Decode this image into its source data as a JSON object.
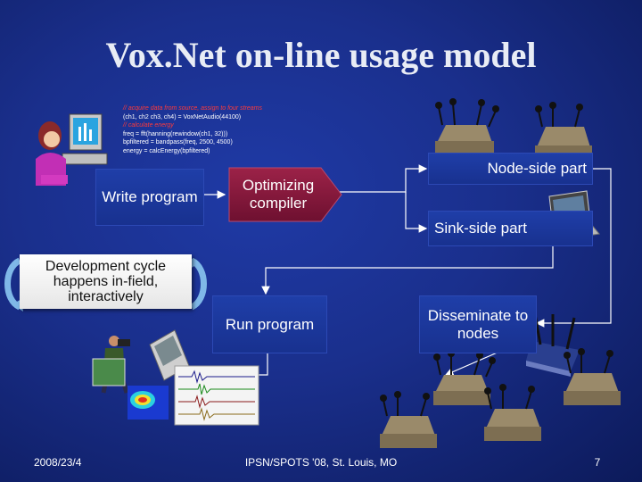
{
  "slide": {
    "title": "Vox.Net on-line usage model"
  },
  "code_snippet": {
    "lines": [
      "// acquire data from source, assign to four streams",
      "(ch1, ch2 ch3, ch4) = VoxNetAudio(44100)",
      "// calculate energy",
      "freq = fft(hanning(rewindow(ch1, 32)))",
      "bpfiltered = bandpass(freq, 2500, 4500)",
      "energy = calcEnergy(bpfiltered)"
    ]
  },
  "boxes": {
    "write": "Write program",
    "compiler": "Optimizing compiler",
    "node_side": "Node-side part",
    "sink_side": "Sink-side part",
    "run": "Run program",
    "disseminate": "Disseminate to nodes",
    "dev_cycle": "Development cycle happens in-field, interactively"
  },
  "footer": {
    "date": "2008/23/4",
    "venue": "IPSN/SPOTS '08, St. Louis, MO",
    "page": "7"
  },
  "colors": {
    "compiler_arrow": "#8a1a3c",
    "connector": "#ffffff",
    "box_fill": "#1f3ea8"
  },
  "icons": [
    "woman-at-computer-icon",
    "laptop-icon",
    "wireless-router-icon",
    "sensor-node-icon",
    "pda-icon",
    "photographer-icon",
    "spectrogram-thumbnail",
    "waveform-thumbnail"
  ]
}
